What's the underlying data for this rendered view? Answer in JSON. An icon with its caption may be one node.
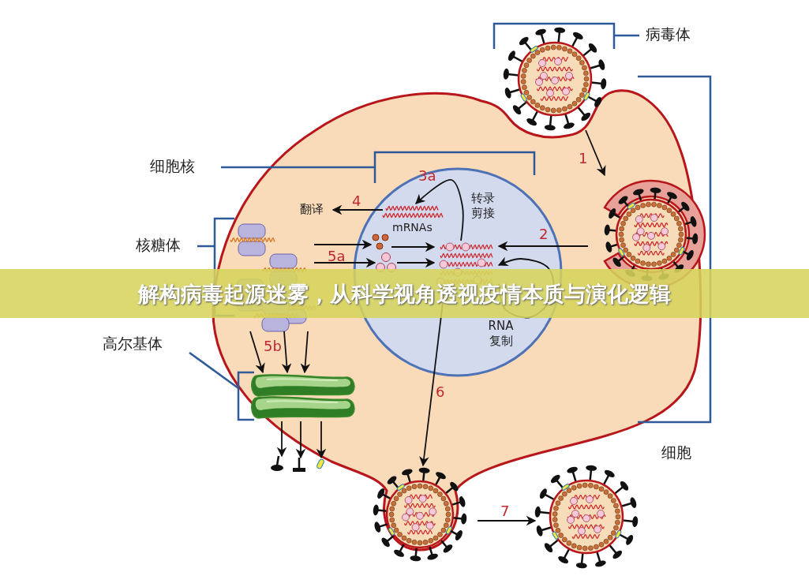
{
  "diagram": {
    "title": "解构病毒起源迷雾，从科学视角透视疫情本质与演化逻辑",
    "nodes": [
      {
        "text": [],
        "shape": "picture"
      },
      {
        "text": [],
        "shape": "picture"
      },
      {
        "text": [],
        "shape": "circle"
      },
      {
        "text": [
          "mRNAs"
        ],
        "in": 2
      },
      {
        "text": [],
        "shape": "picture",
        "in": 2
      },
      {
        "text": [],
        "shape": "picture",
        "in": 2
      },
      {
        "text": [],
        "shape": "picture",
        "in": 2
      },
      {
        "text": [
          "翻译"
        ]
      },
      {
        "text": [],
        "shape": "picture"
      },
      {
        "text": [],
        "shape": "picture"
      },
      {
        "text": [],
        "shape": "picture"
      },
      {
        "text": [],
        "shape": "picture"
      },
      {
        "text": [],
        "shape": "bar"
      },
      {
        "text": [],
        "shape": "picture"
      },
      {
        "text": [],
        "shape": "picture"
      }
    ],
    "edges": [
      {
        "from": 0,
        "to": 1,
        "arrow": "to",
        "label": "1"
      },
      {
        "from": 1,
        "to": 4,
        "arrow": "to",
        "label": "2"
      },
      {
        "from": 4,
        "to": 3,
        "arrow": "to",
        "label": "3a"
      },
      {
        "from": 3,
        "to": 7,
        "arrow": "to",
        "label": "4"
      },
      {
        "from": 8,
        "to": 5,
        "arrow": "to"
      },
      {
        "from": 8,
        "to": 6,
        "arrow": "to",
        "label": "5a"
      },
      {
        "from": 5,
        "to": 4,
        "arrow": "to"
      },
      {
        "from": 6,
        "to": 4,
        "arrow": "to"
      },
      {
        "from": 4,
        "to": 4,
        "arrow": "to"
      },
      {
        "from": 8,
        "to": 9,
        "arrow": "to"
      },
      {
        "from": 8,
        "to": 9,
        "arrow": "to",
        "label": "5b"
      },
      {
        "from": 8,
        "to": 9,
        "arrow": "to"
      },
      {
        "from": 9,
        "to": 10,
        "arrow": "to"
      },
      {
        "from": 9,
        "to": 11,
        "arrow": "to"
      },
      {
        "from": 9,
        "to": 12,
        "arrow": "to"
      },
      {
        "from": 4,
        "to": 13,
        "arrow": "to",
        "label": "6"
      },
      {
        "from": 13,
        "to": 14,
        "arrow": "to",
        "label": "7"
      }
    ],
    "labels": [
      "病毒体",
      "细胞核",
      "核糖体",
      "转录剪接",
      "RNA 复制",
      "高尔基体",
      "细胞"
    ]
  }
}
